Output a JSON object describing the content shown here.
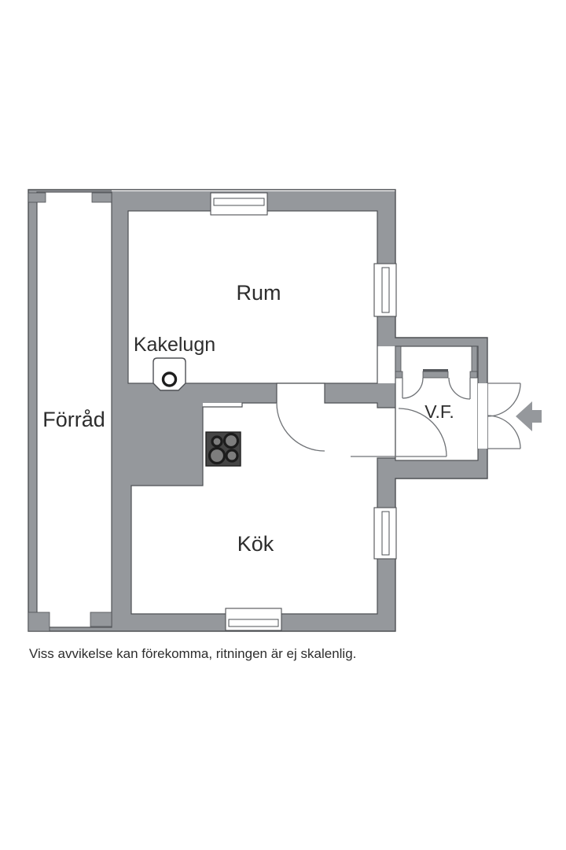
{
  "title": "Floor plan",
  "colors": {
    "bg": "#ffffff",
    "wall": "#95989c",
    "outline": "#4e5054",
    "door": "#6f7276",
    "stove": "#454545",
    "burner-ring": "#1c1c1c",
    "burner-center": "#7d7d7d",
    "text": "#2d2d2d"
  },
  "rooms": {
    "rum": "Rum",
    "kok": "Kök",
    "forrad": "Förråd",
    "vf": "V.F."
  },
  "annotations": {
    "kakelugn": "Kakelugn"
  },
  "icons": {
    "entry_arrow": "arrow-left-entry",
    "kitchen_stove": "stove-four-burners",
    "tiled_stove": "kakelugn-round-stove",
    "windows": "double-line-window",
    "doors": "quarter-circle-door-swing"
  },
  "footer": {
    "disclaimer": "Viss avvikelse kan förekomma, ritningen är ej skalenlig."
  }
}
